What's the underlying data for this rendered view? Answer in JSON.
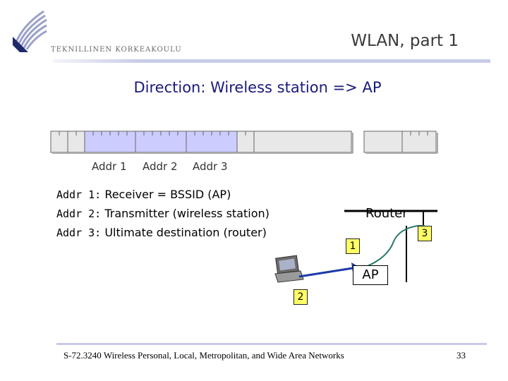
{
  "header": {
    "school_name": "TEKNILLINEN KORKEAKOULU",
    "slide_title": "WLAN, part 1"
  },
  "subtitle": "Direction: Wireless station => AP",
  "frame_fields": {
    "labels": [
      "Addr 1",
      "Addr 2",
      "Addr 3"
    ]
  },
  "definitions": [
    {
      "key": "Addr 1:",
      "value": "Receiver = BSSID (AP)"
    },
    {
      "key": "Addr 2:",
      "value": "Transmitter (wireless station)"
    },
    {
      "key": "Addr 3:",
      "value": "Ultimate destination (router)"
    }
  ],
  "network": {
    "router_label": "Router",
    "ap_label": "AP",
    "badges": [
      "1",
      "2",
      "3"
    ]
  },
  "footer": {
    "course": "S-72.3240 Wireless Personal, Local, Metropolitan, and Wide Area Networks",
    "page": "33"
  },
  "colors": {
    "accent_rule": "#c8cbe6",
    "address_fill": "#ccccff",
    "field_fill": "#e8e8e8",
    "arrow": "#1a3aa8",
    "link": "#2a7a6a",
    "badge": "#ffff66"
  }
}
